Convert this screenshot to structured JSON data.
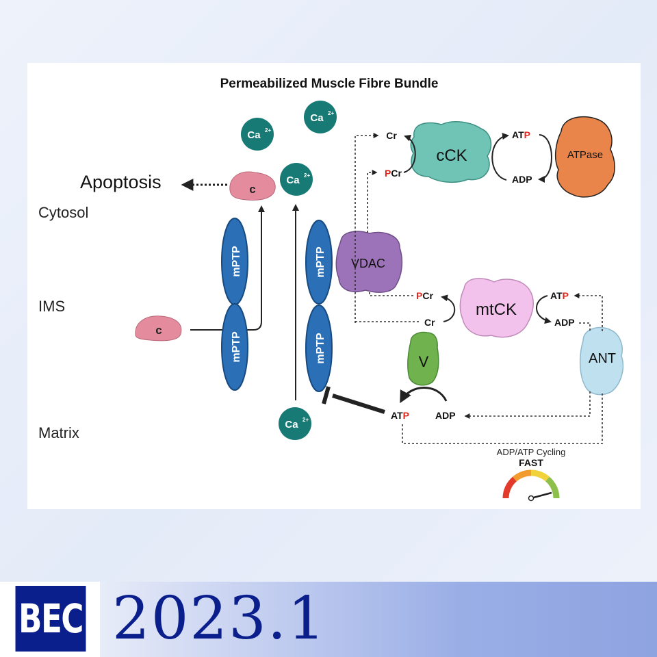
{
  "diagram": {
    "title": "Permeabilized Muscle Fibre Bundle",
    "compartments": {
      "cytosol": "Cytosol",
      "ims": "IMS",
      "matrix": "Matrix"
    },
    "apoptosis": "Apoptosis",
    "cytochrome": "c",
    "calcium": "Ca",
    "calcium_sup": "2+",
    "mptp": "mPTP",
    "vdac": "VDAC",
    "cck": "cCK",
    "mtck": "mtCK",
    "atpase": "ATPase",
    "ant": "ANT",
    "v": "V",
    "cr": "Cr",
    "pcr_p": "P",
    "pcr_cr": "Cr",
    "atp_at": "AT",
    "atp_p": "P",
    "adp": "ADP",
    "cycling_label": "ADP/ATP  Cycling",
    "gauge_label": "FAST"
  },
  "colors": {
    "teal": "#177a74",
    "mptp_blue": "#2b6fb6",
    "cytc_pink": "#e48c9e",
    "cck_teal": "#6fc4b6",
    "mtck_pink": "#f2c2ec",
    "vdac_purple": "#9c72b8",
    "atpase_orange": "#e9844b",
    "ant_lightblue": "#bfe0ef",
    "v_green": "#6fb24e",
    "outer_membrane": "#9c6a5a",
    "inner_membrane": "#cf7f86",
    "phosphate_red": "#e3261c"
  },
  "footer": {
    "journal": "BEC",
    "issue": "2023.1"
  }
}
